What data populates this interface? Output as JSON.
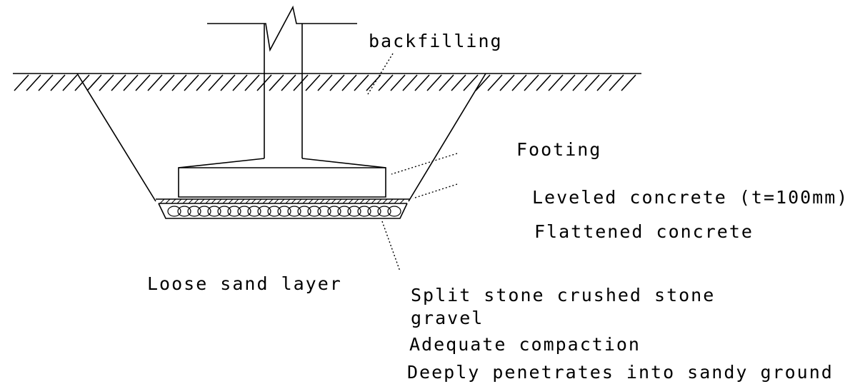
{
  "labels": {
    "backfilling": "backfilling",
    "footing": "Footing",
    "leveled_concrete": "Leveled concrete (t=100mm)",
    "flattened_concrete": "Flattened concrete",
    "loose_sand": "Loose sand layer",
    "split_stone_line1": "Split stone crushed stone",
    "split_stone_line2": "gravel",
    "adequate_compaction": "Adequate compaction",
    "deeply_penetrates": "Deeply penetrates into sandy ground"
  },
  "colors": {
    "ink": "#000000",
    "background": "#ffffff"
  }
}
